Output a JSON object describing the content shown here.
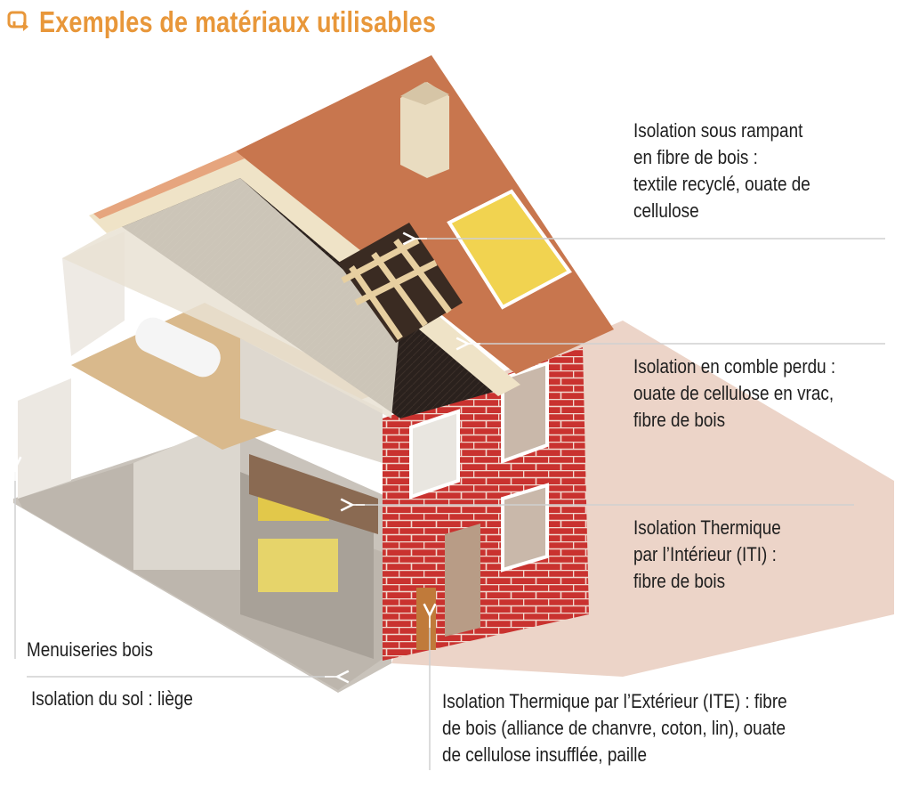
{
  "title": "Exemples de matériaux utilisables",
  "colors": {
    "accent": "#E8973A",
    "roof": "#C8764E",
    "brick": "#C9322F",
    "line": "#cfcfcf"
  },
  "callouts": {
    "sous_rampant": {
      "lines": [
        "Isolation sous rampant",
        "en fibre de bois :",
        "textile recyclé, ouate de",
        "cellulose"
      ]
    },
    "comble_perdu": {
      "lines": [
        "Isolation en comble perdu :",
        "ouate de cellulose en vrac,",
        "fibre de bois"
      ]
    },
    "iti": {
      "lines": [
        "Isolation Thermique",
        "par l’Intérieur (ITI) :",
        "fibre de bois"
      ]
    },
    "menuiseries": {
      "lines": [
        "Menuiseries bois"
      ]
    },
    "sol": {
      "lines": [
        "Isolation du sol : liège"
      ]
    },
    "ite": {
      "lines": [
        "Isolation Thermique par l’Extérieur (ITE) : fibre",
        "de bois (alliance de chanvre, coton, lin), ouate",
        "de cellulose insufflée, paille"
      ]
    }
  }
}
